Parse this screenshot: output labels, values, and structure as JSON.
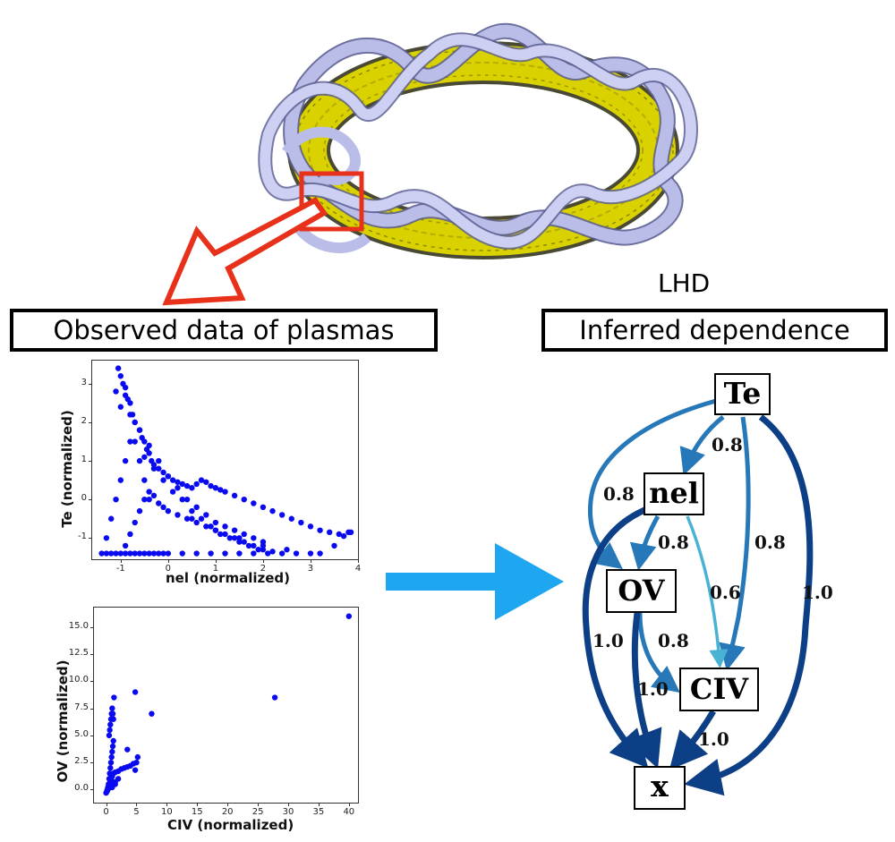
{
  "titles": {
    "observed": "Observed data of plasmas",
    "inferred": "Inferred dependence",
    "device": "LHD"
  },
  "colors": {
    "coil": "#b9bde8",
    "plasma": "#d9d200",
    "highlight_red": "#e8311a",
    "big_arrow": "#1fa6f0",
    "scatter": "#0a0af0",
    "edge_dark": "#0d3f86",
    "edge_mid": "#2778b8",
    "edge_light": "#49b2d4"
  },
  "icons": {
    "device_image": "torus-helical-coil-icon",
    "zoom_arrow": "outline-arrow-icon",
    "flow_arrow": "right-arrow-icon"
  },
  "graph": {
    "nodes": {
      "te": "Te",
      "nel": "nel",
      "ov": "OV",
      "civ": "CIV",
      "x": "x"
    },
    "edges": [
      {
        "from": "Te",
        "to": "nel",
        "weight": "0.8"
      },
      {
        "from": "Te",
        "to": "OV",
        "weight": "0.8"
      },
      {
        "from": "Te",
        "to": "CIV",
        "weight": "0.8"
      },
      {
        "from": "Te",
        "to": "x",
        "weight": "1.0"
      },
      {
        "from": "nel",
        "to": "OV",
        "weight": "0.8"
      },
      {
        "from": "nel",
        "to": "CIV",
        "weight": "0.6"
      },
      {
        "from": "nel",
        "to": "x",
        "weight": "1.0"
      },
      {
        "from": "OV",
        "to": "CIV",
        "weight": "0.8"
      },
      {
        "from": "OV",
        "to": "x",
        "weight": "1.0"
      },
      {
        "from": "CIV",
        "to": "x",
        "weight": "1.0"
      }
    ]
  },
  "chart_data": [
    {
      "type": "scatter",
      "xlabel": "nel (normalized)",
      "ylabel": "Te (normalized)",
      "xlim": [
        -1.6,
        4.0
      ],
      "ylim": [
        -1.55,
        3.6
      ],
      "xticks": [
        "-1",
        "0",
        "1",
        "2",
        "3",
        "4"
      ],
      "yticks": [
        "-1",
        "0",
        "1",
        "2",
        "3"
      ],
      "x": [
        -1.05,
        -1.0,
        -0.95,
        -1.1,
        -0.9,
        -0.85,
        -1.0,
        -0.8,
        -0.75,
        -0.7,
        -0.9,
        -0.6,
        -0.55,
        -0.5,
        -0.45,
        -0.4,
        -0.35,
        -0.3,
        -0.2,
        -0.1,
        0.0,
        0.1,
        0.2,
        0.3,
        0.4,
        0.5,
        0.6,
        0.7,
        0.8,
        0.9,
        1.0,
        1.1,
        1.2,
        1.4,
        1.6,
        1.8,
        2.0,
        2.2,
        2.4,
        2.6,
        2.8,
        3.0,
        3.2,
        3.4,
        3.6,
        3.8,
        -1.4,
        -1.3,
        -1.2,
        -1.1,
        -1.0,
        -0.9,
        -0.8,
        -0.7,
        -0.6,
        -0.5,
        -0.4,
        -0.3,
        -0.2,
        -0.1,
        0.0,
        0.3,
        0.6,
        0.9,
        1.2,
        1.5,
        1.8,
        2.1,
        2.4,
        3.0,
        3.2,
        -0.9,
        -0.8,
        -0.7,
        -0.6,
        -0.5,
        -0.4,
        -0.3,
        -0.2,
        -0.1,
        0.0,
        0.2,
        0.4,
        0.6,
        0.8,
        1.0,
        1.2,
        1.4,
        1.6,
        1.8,
        2.0,
        2.2,
        -0.8,
        -0.6,
        -0.4,
        -0.2,
        0.0,
        0.2,
        0.4,
        0.6,
        0.8,
        1.0,
        1.2,
        1.4,
        1.6,
        1.8,
        2.0,
        -0.7,
        -0.5,
        -0.3,
        -0.1,
        0.1,
        0.3,
        0.5,
        0.7,
        0.9,
        1.1,
        1.3,
        1.5,
        1.7,
        1.9,
        -1.3,
        -1.2,
        -1.1,
        -1.0,
        -0.9,
        -0.8,
        -0.7,
        -0.6,
        -0.5,
        -0.4,
        0.5,
        1.0,
        1.5,
        2.0,
        2.5,
        2.7,
        3.5,
        3.7,
        3.85
      ],
      "y": [
        3.4,
        3.2,
        3.0,
        2.8,
        2.9,
        2.6,
        2.4,
        2.5,
        2.2,
        2.0,
        2.7,
        1.8,
        1.6,
        1.5,
        1.3,
        1.2,
        1.0,
        0.9,
        0.8,
        0.7,
        0.6,
        0.5,
        0.45,
        0.4,
        0.35,
        0.3,
        0.4,
        0.5,
        0.45,
        0.35,
        0.3,
        0.25,
        0.2,
        0.1,
        0.0,
        -0.1,
        -0.2,
        -0.3,
        -0.4,
        -0.5,
        -0.6,
        -0.7,
        -0.8,
        -0.85,
        -0.9,
        -0.85,
        -1.4,
        -1.4,
        -1.4,
        -1.4,
        -1.4,
        -1.4,
        -1.4,
        -1.4,
        -1.4,
        -1.4,
        -1.4,
        -1.4,
        -1.4,
        -1.4,
        -1.4,
        -1.4,
        -1.4,
        -1.4,
        -1.4,
        -1.4,
        -1.4,
        -1.4,
        -1.4,
        -1.4,
        -1.4,
        -1.2,
        -0.9,
        -0.6,
        -0.3,
        0.0,
        0.2,
        0.1,
        -0.1,
        -0.2,
        -0.3,
        -0.4,
        -0.5,
        -0.6,
        -0.7,
        -0.8,
        -0.9,
        -1.0,
        -1.1,
        -1.2,
        -1.3,
        -1.35,
        2.2,
        1.8,
        1.4,
        1.0,
        0.6,
        0.3,
        0.0,
        -0.2,
        -0.4,
        -0.6,
        -0.7,
        -0.8,
        -0.9,
        -1.0,
        -1.1,
        1.5,
        1.1,
        0.8,
        0.5,
        0.2,
        0.0,
        -0.3,
        -0.5,
        -0.7,
        -0.9,
        -1.0,
        -1.1,
        -1.2,
        -1.3,
        -1.0,
        -0.5,
        0.0,
        0.5,
        1.0,
        1.5,
        2.0,
        1.0,
        0.5,
        0.0,
        -0.5,
        -0.8,
        -1.0,
        -1.2,
        -1.3,
        -1.4,
        -1.2,
        -0.95,
        -0.85
      ]
    },
    {
      "type": "scatter",
      "xlabel": "CIV (normalized)",
      "ylabel": "OV (normalized)",
      "xlim": [
        -2,
        41.5
      ],
      "ylim": [
        -1.2,
        16.8
      ],
      "xticks": [
        "0",
        "5",
        "10",
        "15",
        "20",
        "25",
        "30",
        "35",
        "40"
      ],
      "yticks": [
        "0.0",
        "2.5",
        "5.0",
        "7.5",
        "10.0",
        "12.5",
        "15.0"
      ],
      "x": [
        0.0,
        0.1,
        0.2,
        0.3,
        0.4,
        0.5,
        0.6,
        0.7,
        0.8,
        0.9,
        1.0,
        1.1,
        1.2,
        0.5,
        0.6,
        0.7,
        0.8,
        0.9,
        1.0,
        1.1,
        1.2,
        1.3,
        0.4,
        0.6,
        0.8,
        1.0,
        1.2,
        1.5,
        2.0,
        2.5,
        3.0,
        3.5,
        4.0,
        4.5,
        5.0,
        0.3,
        0.5,
        0.7,
        0.9,
        1.1,
        1.3,
        1.5,
        5.2,
        4.8,
        4.8,
        7.5,
        27.8,
        40.0,
        3.5,
        2.0,
        1.5,
        1.0,
        0.2,
        0.4
      ],
      "y": [
        -0.3,
        -0.2,
        0.0,
        0.2,
        0.5,
        1.0,
        1.5,
        2.0,
        2.5,
        3.0,
        3.5,
        4.0,
        4.5,
        5.0,
        5.5,
        6.0,
        6.5,
        7.0,
        7.5,
        7.0,
        6.5,
        8.5,
        0.3,
        0.6,
        0.9,
        1.2,
        1.5,
        1.6,
        1.7,
        1.9,
        2.0,
        2.1,
        2.2,
        2.4,
        2.5,
        0.1,
        0.2,
        0.3,
        0.4,
        0.5,
        0.6,
        0.7,
        3.0,
        1.8,
        9.0,
        7.0,
        8.5,
        16.0,
        3.7,
        1.0,
        0.5,
        0.2,
        -0.1,
        0.1
      ]
    }
  ]
}
